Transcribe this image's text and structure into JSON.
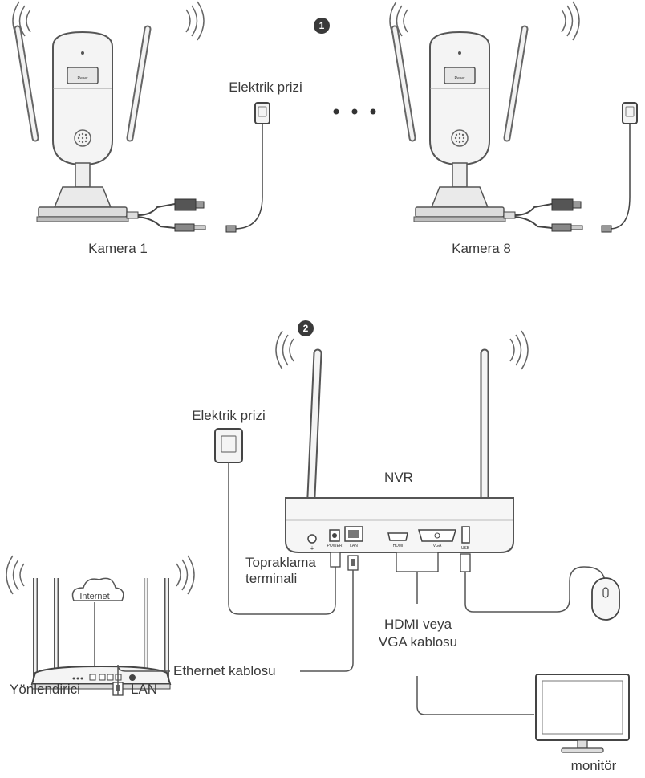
{
  "steps": {
    "step1": "1",
    "step2": "2"
  },
  "cameras": [
    {
      "label": "Kamera 1",
      "button": "Reset"
    },
    {
      "label": "Kamera 8",
      "button": "Reset"
    }
  ],
  "power_outlet_top": "Elektrik prizi",
  "power_outlet_nvr": "Elektrik prizi",
  "nvr": {
    "label": "NVR",
    "ports": [
      "POWER",
      "LAN",
      "HDMI",
      "VGA",
      "USB"
    ],
    "ground_terminal": [
      "Topraklama",
      "terminali"
    ]
  },
  "cable_label": [
    "HDMI veya",
    "VGA kablosu"
  ],
  "router": {
    "label": "Yönlendirici",
    "lan": "LAN",
    "cloud": "Internet"
  },
  "ethernet_label": "Ethernet kablosu",
  "monitor_label": "monitör"
}
